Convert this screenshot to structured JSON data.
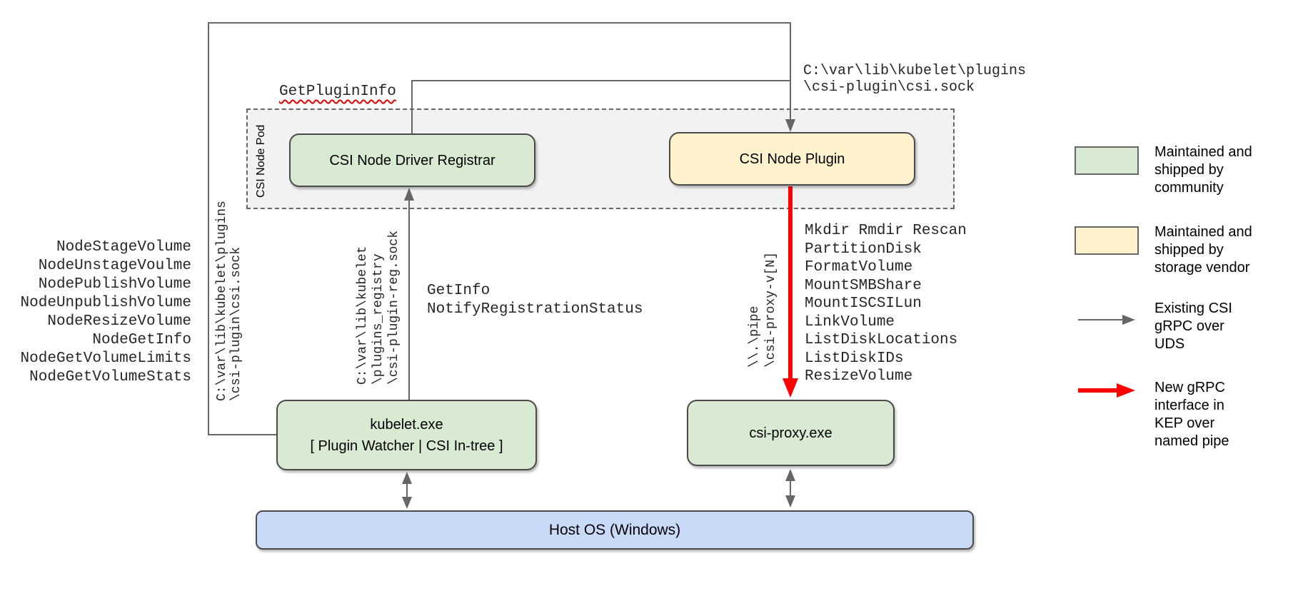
{
  "nodes": {
    "pod_label": "CSI Node Pod",
    "registrar": "CSI Node Driver Registrar",
    "plugin": "CSI Node Plugin",
    "kubelet": [
      "kubelet.exe",
      "[ Plugin Watcher | CSI In-tree ]"
    ],
    "csi_proxy": "csi-proxy.exe",
    "host_os": "Host OS (Windows)"
  },
  "annotations": {
    "get_plugin_info": "GetPluginInfo",
    "csi_sock_path_top": [
      "C:\\var\\lib\\kubelet\\plugins",
      "\\csi-plugin\\csi.sock"
    ],
    "csi_sock_path_side": [
      "C:\\var\\lib\\kubelet\\plugins",
      "\\csi-plugin\\csi.sock"
    ],
    "registration_sock_path": [
      "C:\\var\\lib\\kubelet",
      "\\plugins_registry",
      "\\csi-plugin-reg.sock"
    ],
    "named_pipe_path": [
      "\\\\.\\pipe",
      "\\csi-proxy-v[N]"
    ],
    "node_methods": [
      "NodeStageVolume",
      "NodeUnstageVoulme",
      "NodePublishVolume",
      "NodeUnpublishVolume",
      "NodeResizeVolume",
      "NodeGetInfo",
      "NodeGetVolumeLimits",
      "NodeGetVolumeStats"
    ],
    "registration_methods": [
      "GetInfo",
      "NotifyRegistrationStatus"
    ],
    "proxy_methods": [
      "Mkdir Rmdir Rescan",
      "PartitionDisk",
      "FormatVolume",
      "MountSMBShare",
      "MountISCSILun",
      "LinkVolume",
      "ListDiskLocations",
      "ListDiskIDs",
      "ResizeVolume"
    ]
  },
  "legend": {
    "community": "Maintained and\nshipped by\ncommunity",
    "vendor": "Maintained and\nshipped by\nstorage vendor",
    "uds_arrow": "Existing CSI\ngRPC over\nUDS",
    "pipe_arrow": "New gRPC\ninterface in\nKEP over\nnamed pipe"
  },
  "colors": {
    "community_green": "#d9ead3",
    "vendor_yellow": "#fff2cc",
    "host_blue": "#c9daf8",
    "pod_gray": "#f2f2f2",
    "line_gray": "#666666",
    "new_interface_red": "#ff0000",
    "spellcheck_red": "#e60000"
  }
}
